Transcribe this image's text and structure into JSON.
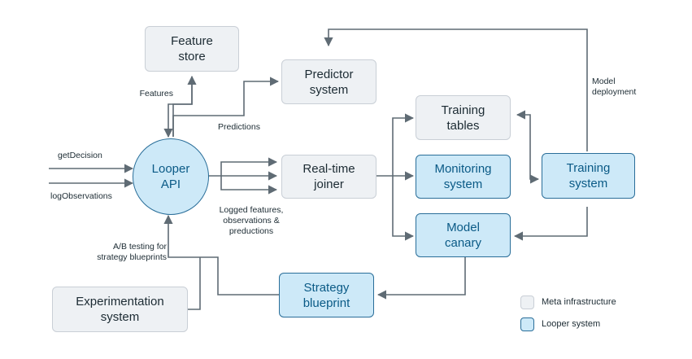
{
  "nodes": {
    "feature_store": "Feature\nstore",
    "predictor_system": "Predictor\nsystem",
    "looper_api": "Looper\nAPI",
    "realtime_joiner": "Real-time\njoiner",
    "training_tables": "Training\ntables",
    "monitoring_system": "Monitoring\nsystem",
    "training_system": "Training\nsystem",
    "model_canary": "Model\ncanary",
    "strategy_blueprint": "Strategy\nblueprint",
    "experimentation_system": "Experimentation\nsystem"
  },
  "edge_labels": {
    "features": "Features",
    "predictions": "Predictions",
    "get_decision": "getDecision",
    "log_observations": "logObservations",
    "logged": "Logged features,\nobservations &\npreductions",
    "ab_testing": "A/B testing for\nstrategy blueprints",
    "model_deployment": "Model\ndeployment"
  },
  "legend": {
    "meta": "Meta infrastructure",
    "looper": "Looper system"
  },
  "colors": {
    "meta_fill": "#eef1f4",
    "meta_border": "#c9cfd6",
    "looper_fill": "#cde9f8",
    "looper_border": "#2a6e99",
    "arrow": "#5f6b74"
  }
}
